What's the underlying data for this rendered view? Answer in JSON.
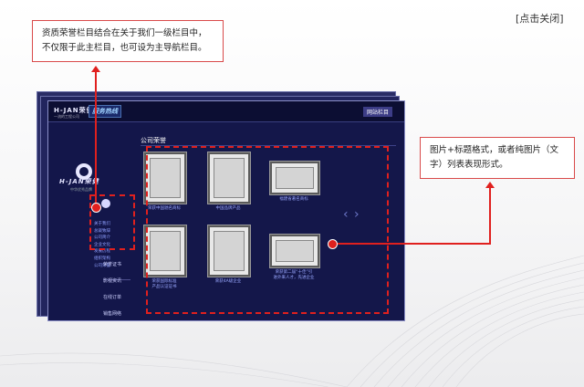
{
  "close_link": "[点击关闭]",
  "callouts": {
    "one": "资质荣誉栏目结合在关于我们一级栏目中，不仅限于此主栏目，也可设为主导航栏目。",
    "two": "图片+标题格式，或者纯图片（文字）列表表现形式。"
  },
  "header": {
    "logo": "H-JAN荣健",
    "logo_sub": "一流的工程公司",
    "hotline": "服务热线",
    "site_nav": "网站栏目"
  },
  "brand": {
    "name": "H-JAN荣健",
    "slogan": "中华优秀品牌"
  },
  "sub_menu": [
    "关于我们",
    "总裁致辞",
    "公司简介",
    "企业文化",
    "发展历程",
    "组织架构",
    "公司荣誉"
  ],
  "side_nav": [
    "荣誉证书",
    "影视资讯",
    "在线订单",
    "销售网络"
  ],
  "section_title": "公司荣誉",
  "certificates": [
    {
      "caption": "荣获中国驰名商标"
    },
    {
      "caption": "中国品牌产品"
    },
    {
      "caption": "福建省著名商标"
    },
    {
      "caption": "荣获国际标准\n产品认证证书"
    },
    {
      "caption": "荣获4A级企业"
    },
    {
      "caption": "荣获第二届“十佳”引\n进外来人才，先进企业"
    }
  ],
  "icons": {
    "prev": "‹",
    "next": "›"
  }
}
